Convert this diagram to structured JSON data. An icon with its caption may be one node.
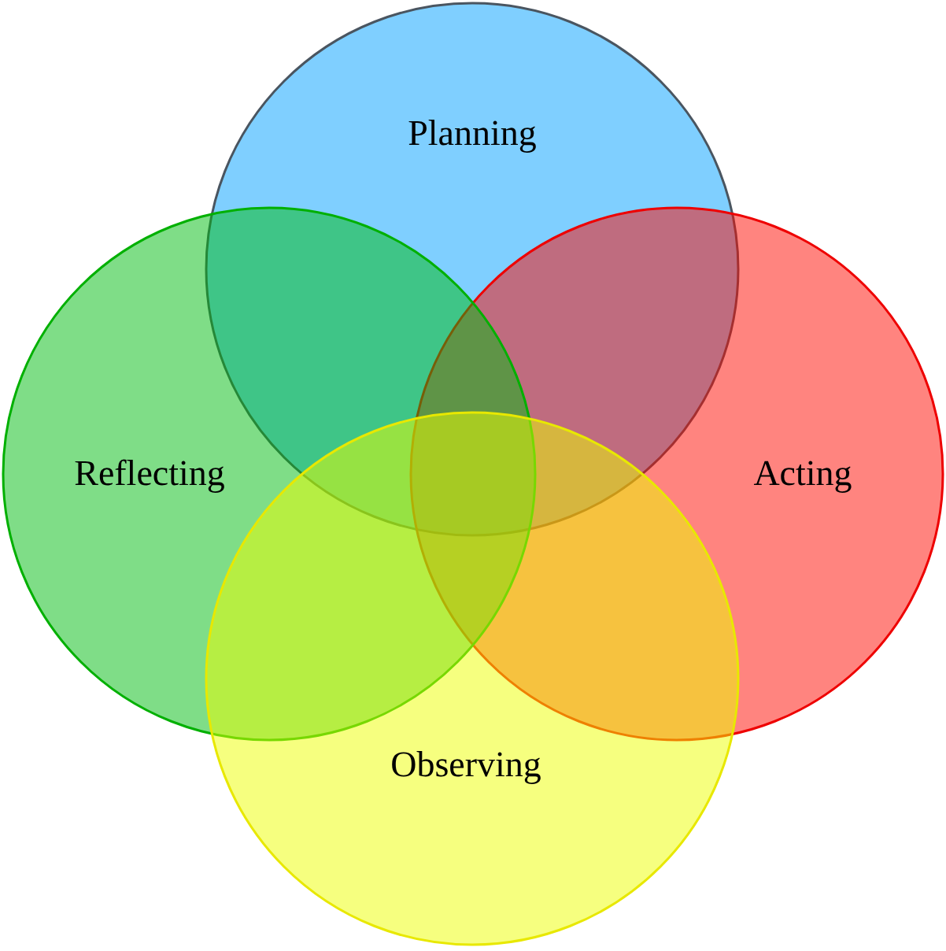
{
  "diagram": {
    "nodes": [
      {
        "text": [
          "Planning"
        ]
      },
      {
        "text": [
          "Acting"
        ]
      },
      {
        "text": [
          "Reflecting"
        ]
      },
      {
        "text": [
          "Observing"
        ]
      }
    ]
  }
}
